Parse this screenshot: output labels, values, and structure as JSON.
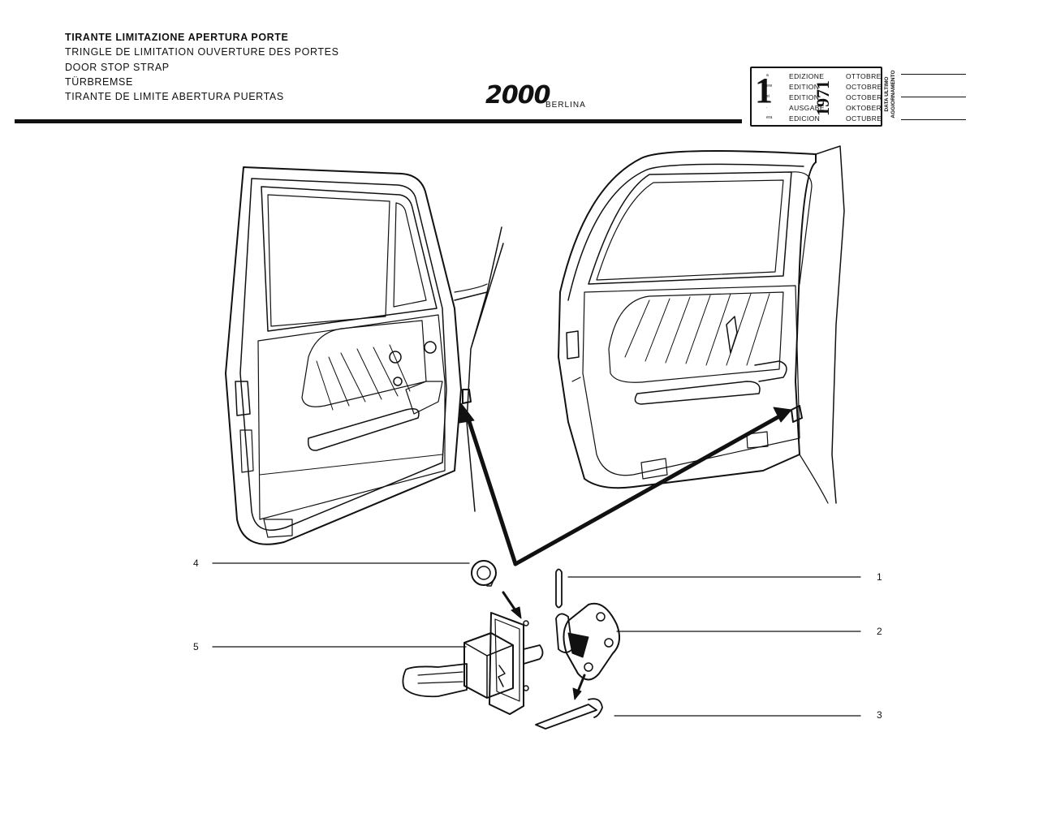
{
  "header": {
    "titles": [
      "TIRANTE LIMITAZIONE APERTURA PORTE",
      "TRINGLE DE LIMITATION OUVERTURE DES PORTES",
      "DOOR STOP STRAP",
      "TÜRBREMSE",
      "TIRANTE DE LIMITE ABERTURA PUERTAS"
    ],
    "logo": "2000",
    "model": "BERLINA"
  },
  "edition": {
    "number": "1",
    "superscripts": [
      "a",
      "ere",
      "st",
      ".",
      "era"
    ],
    "labels": [
      "EDIZIONE",
      "EDITION",
      "EDITION",
      "AUSGABE",
      "EDICION"
    ],
    "year": "1971",
    "months": [
      "OTTOBRE",
      "OCTOBRE",
      "OCTOBER",
      "OKTOBER",
      "OCTUBRE"
    ],
    "update_label_1": "DATA ULTIMO",
    "update_label_2": "AGGIORNAMENTO"
  },
  "callouts": {
    "c1": "1",
    "c2": "2",
    "c3": "3",
    "c4": "4",
    "c5": "5"
  }
}
